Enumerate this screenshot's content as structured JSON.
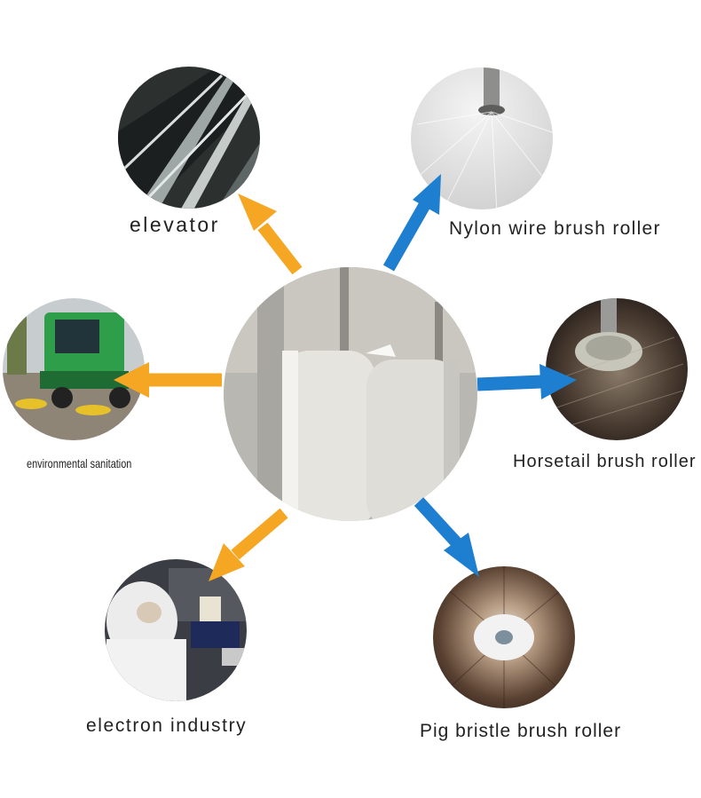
{
  "labels": {
    "elevator": "elevator",
    "nylon": "Nylon wire brush roller",
    "horsetail": "Horsetail brush roller",
    "env": "environmental sanitation",
    "electron": "electron industry",
    "pig": "Pig bristle brush roller"
  },
  "colors": {
    "orange_arrow": "#F5A623",
    "blue_arrow": "#1E7FD0",
    "background": "#FFFFFF"
  },
  "icons": {
    "center": "white-brush-rollers-photo",
    "elevator": "escalator-photo",
    "nylon": "nylon-brush-roller-photo",
    "env": "street-sweeper-photo",
    "horsetail": "horsetail-brush-roller-photo",
    "electron": "cleanroom-worker-photo",
    "pig": "pig-bristle-brush-photo"
  }
}
